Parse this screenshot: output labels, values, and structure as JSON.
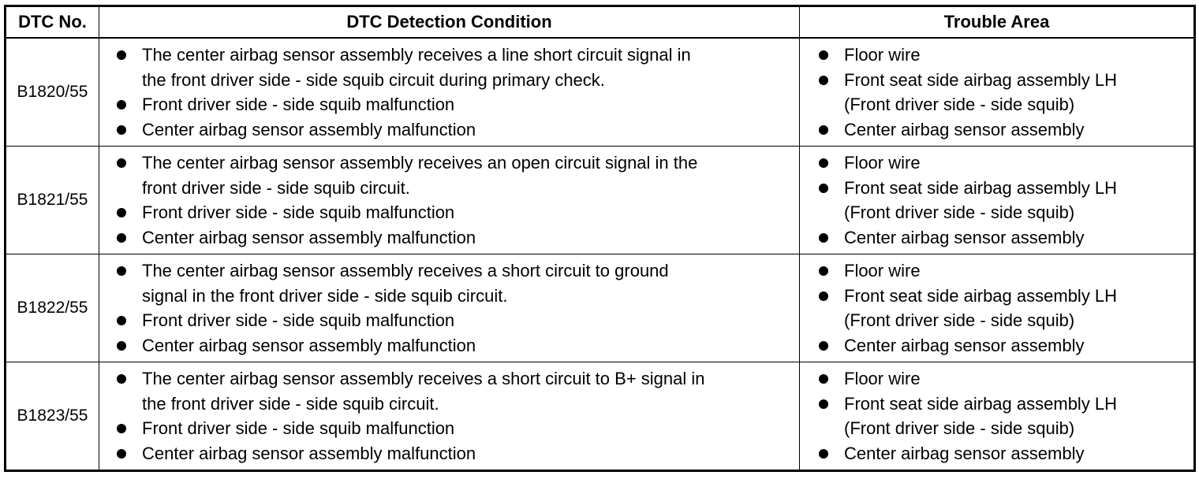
{
  "table": {
    "headers": {
      "dtc_no": "DTC No.",
      "condition": "DTC Detection Condition",
      "trouble_area": "Trouble Area"
    },
    "rows": [
      {
        "code": "B1820/55",
        "conditions": [
          "The center airbag sensor assembly receives a line short circuit signal in",
          "the front driver side - side squib circuit during primary check.",
          "Front driver side - side squib malfunction",
          "Center airbag sensor assembly malfunction"
        ],
        "trouble_areas": [
          "Floor wire",
          "Front seat side airbag assembly LH",
          "(Front driver side - side squib)",
          "Center airbag sensor assembly"
        ]
      },
      {
        "code": "B1821/55",
        "conditions": [
          "The center airbag sensor assembly receives an open circuit signal in the",
          "front driver side - side squib circuit.",
          "Front driver side - side squib malfunction",
          "Center airbag sensor assembly malfunction"
        ],
        "trouble_areas": [
          "Floor wire",
          "Front seat side airbag assembly LH",
          "(Front driver side - side squib)",
          "Center airbag sensor assembly"
        ]
      },
      {
        "code": "B1822/55",
        "conditions": [
          "The center airbag sensor assembly receives a short circuit to ground",
          "signal in the front driver side - side squib circuit.",
          "Front driver side - side squib malfunction",
          "Center airbag sensor assembly malfunction"
        ],
        "trouble_areas": [
          "Floor wire",
          "Front seat side airbag assembly LH",
          "(Front driver side - side squib)",
          "Center airbag sensor assembly"
        ]
      },
      {
        "code": "B1823/55",
        "conditions": [
          "The center airbag sensor assembly receives a short circuit to B+ signal in",
          "the front driver side - side squib circuit.",
          "Front driver side - side squib malfunction",
          "Center airbag sensor assembly malfunction"
        ],
        "trouble_areas": [
          "Floor wire",
          "Front seat side airbag assembly LH",
          "(Front driver side - side squib)",
          "Center airbag sensor assembly"
        ]
      }
    ]
  }
}
